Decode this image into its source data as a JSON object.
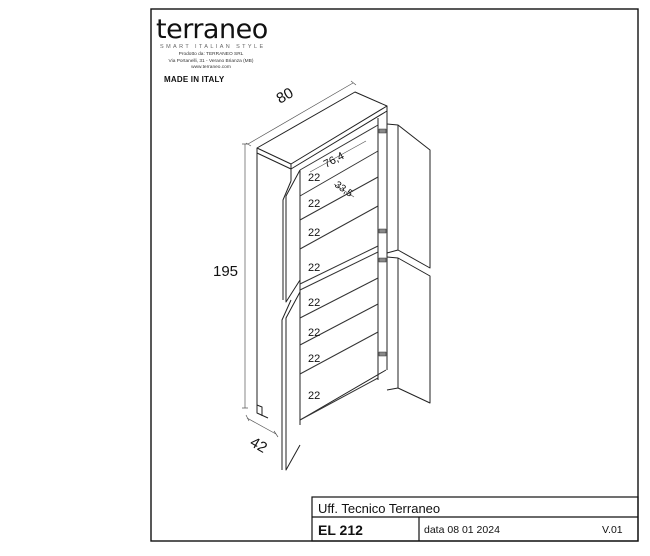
{
  "brand": {
    "logo": "terraneo",
    "tagline": "SMART ITALIAN STYLE",
    "producer_line1": "Prodotto da: TERRANEO SRL",
    "producer_line2": "Via Portanelli, 31 - Verano Brianza (MB)",
    "producer_line3": "www.terraneo.com",
    "made_in": "MADE IN ITALY"
  },
  "dimensions": {
    "width": "80",
    "height": "195",
    "depth": "42",
    "internal_width": "76,4",
    "internal_depth": "33,5"
  },
  "shelf_spacings": [
    "22",
    "22",
    "22",
    "22",
    "22",
    "22",
    "22",
    "22"
  ],
  "title_block": {
    "office": "Uff. Tecnico Terraneo",
    "code": "EL 212",
    "date": "data 08 01 2024",
    "version": "V.01"
  }
}
